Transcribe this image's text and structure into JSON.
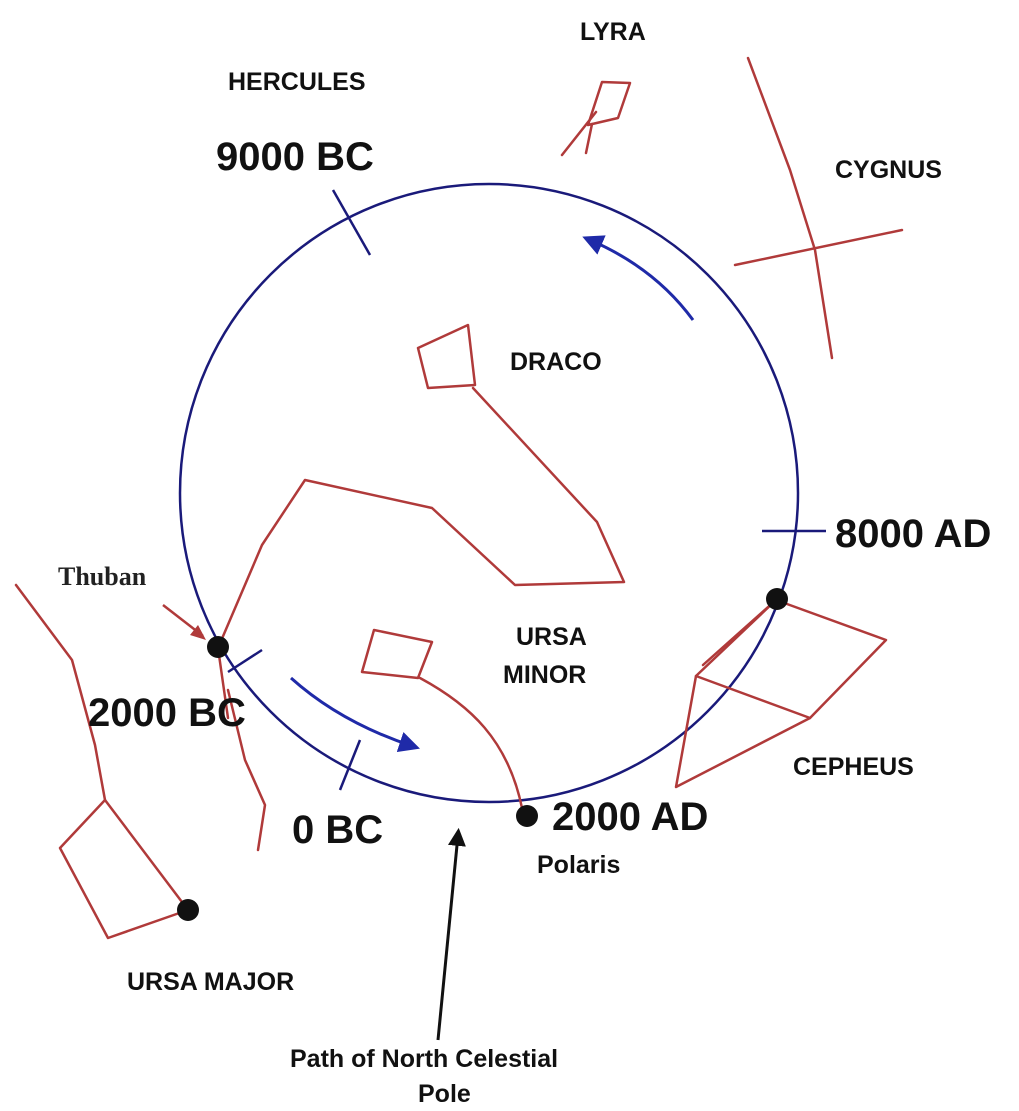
{
  "colors": {
    "constellation": "#b03a3a",
    "circle": "#1a1a7a",
    "arrow": "#1f2aa8",
    "text": "#111111"
  },
  "constellations": {
    "hercules": "HERCULES",
    "lyra": "LYRA",
    "cygnus": "CYGNUS",
    "draco": "DRACO",
    "ursa_minor_line1": "URSA",
    "ursa_minor_line2": "MINOR",
    "cepheus": "CEPHEUS",
    "ursa_major": "URSA MAJOR"
  },
  "dates": {
    "bc9000": "9000 BC",
    "ad8000": "8000 AD",
    "bc2000": "2000 BC",
    "bc0": "0 BC",
    "ad2000": "2000 AD"
  },
  "stars": {
    "thuban": "Thuban",
    "polaris": "Polaris"
  },
  "caption": {
    "line1": "Path of North Celestial",
    "line2": "Pole"
  }
}
